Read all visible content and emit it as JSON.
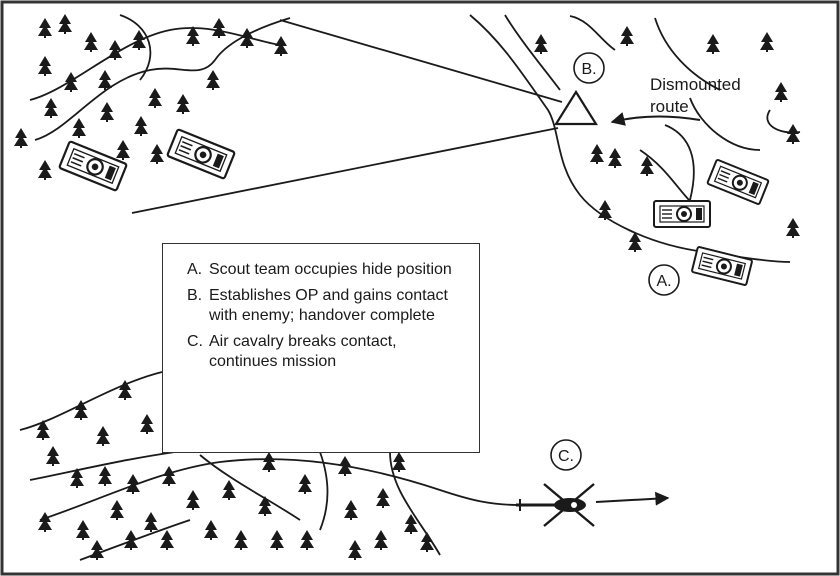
{
  "labels": {
    "point_a": "A.",
    "point_b": "B.",
    "point_c": "C.",
    "dismounted_route": [
      "Dismounted",
      "route"
    ]
  },
  "legend": {
    "items": [
      {
        "letter": "A.",
        "text": "Scout team occupies hide position"
      },
      {
        "letter": "B.",
        "text": "Establishes OP and gains contact with enemy; handover complete"
      },
      {
        "letter": "C.",
        "text": "Air cavalry breaks contact, continues mission"
      }
    ]
  },
  "colors": {
    "ink": "#1a1a1a",
    "paper": "#ffffff",
    "frame": "#333333"
  },
  "icons": [
    "tree-icon",
    "vehicle-icon",
    "helicopter-icon",
    "op-triangle-icon",
    "arrow-icon"
  ]
}
